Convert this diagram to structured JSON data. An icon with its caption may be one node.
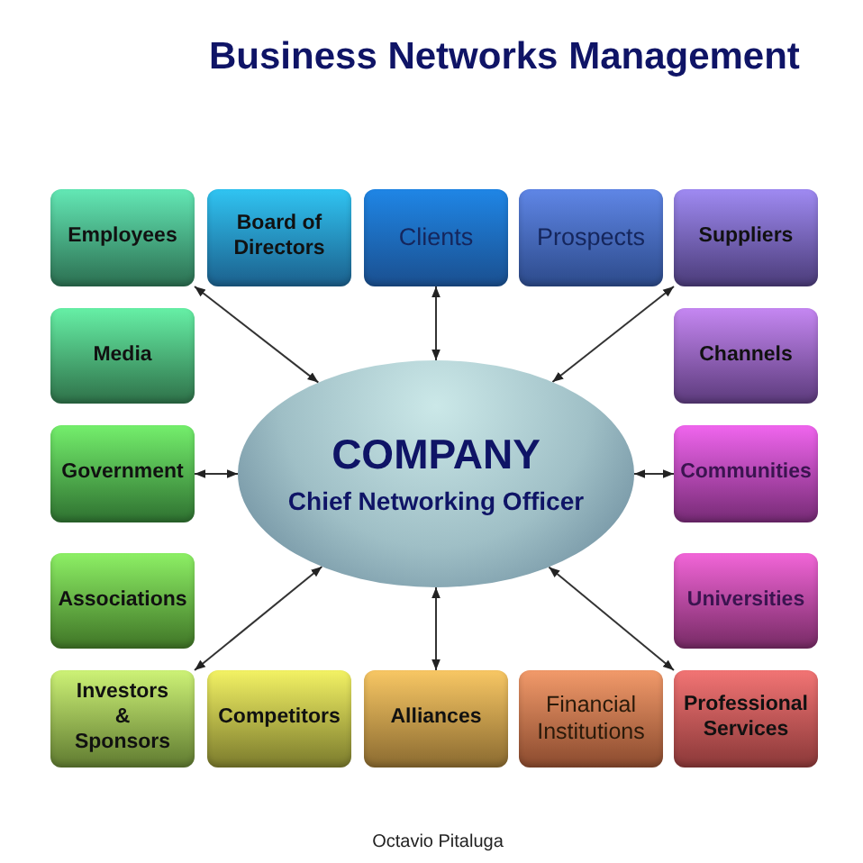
{
  "diagram": {
    "title": "Business Networks Management",
    "nodes": [
      {
        "text": [
          "Employees"
        ]
      },
      {
        "text": [
          "Board of Directors"
        ]
      },
      {
        "text": [
          "Clients"
        ]
      },
      {
        "text": [
          "Prospects"
        ]
      },
      {
        "text": [
          "Suppliers"
        ]
      },
      {
        "text": [
          "Media"
        ]
      },
      {
        "text": [
          "Channels"
        ]
      },
      {
        "text": [
          "Government"
        ]
      },
      {
        "text": [
          "COMPANY",
          "Chief Networking Officer"
        ]
      },
      {
        "text": [
          "Communities"
        ]
      },
      {
        "text": [
          "Associations"
        ]
      },
      {
        "text": [
          "Universities"
        ]
      },
      {
        "text": [
          "Investors & Sponsors"
        ]
      },
      {
        "text": [
          "Competitors"
        ]
      },
      {
        "text": [
          "Alliances"
        ]
      },
      {
        "text": [
          "Financial Institutions"
        ]
      },
      {
        "text": [
          "Professional Services"
        ]
      }
    ],
    "edges": [
      {
        "from": 8,
        "to": 0,
        "arrow": "both"
      },
      {
        "from": 8,
        "to": 2,
        "arrow": "both"
      },
      {
        "from": 8,
        "to": 4,
        "arrow": "both"
      },
      {
        "from": 8,
        "to": 7,
        "arrow": "both"
      },
      {
        "from": 8,
        "to": 9,
        "arrow": "both"
      },
      {
        "from": 8,
        "to": 12,
        "arrow": "both"
      },
      {
        "from": 8,
        "to": 14,
        "arrow": "both"
      },
      {
        "from": 8,
        "to": 16,
        "arrow": "both"
      }
    ],
    "labels": [
      "Octavio Pitaluga"
    ]
  }
}
